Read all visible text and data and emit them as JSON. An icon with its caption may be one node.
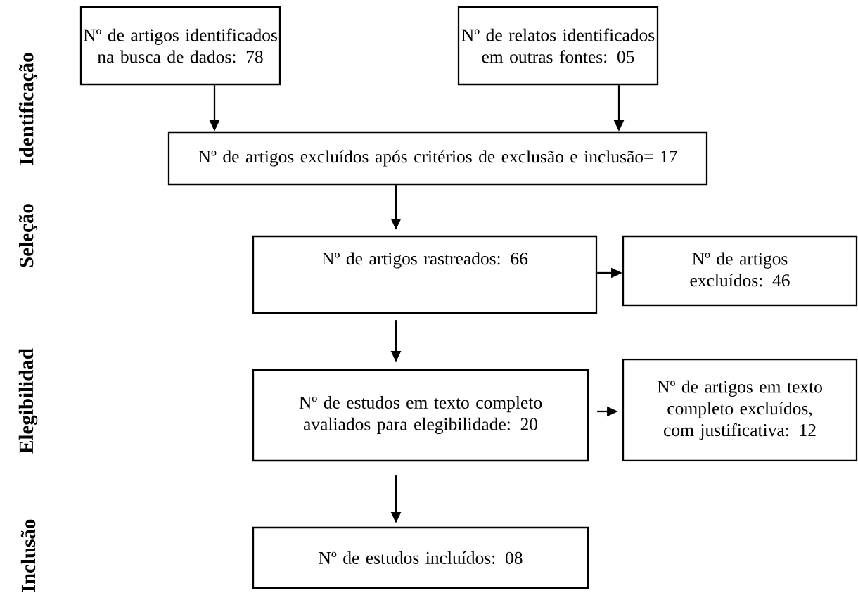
{
  "diagram": {
    "nodes": [
      {
        "text": [
          "Nº de artigos identificados na busca de dados: 78"
        ]
      },
      {
        "text": [
          "Nº de relatos identificados em outras fontes: 05"
        ]
      },
      {
        "text": [
          "Nº de artigos excluídos após critérios de exclusão e inclusão= 17"
        ]
      },
      {
        "text": [
          "Nº de artigos rastreados: 66"
        ]
      },
      {
        "text": [
          "Nº de artigos excluídos: 46"
        ]
      },
      {
        "text": [
          "Nº de estudos em texto completo avaliados para elegibilidade: 20"
        ]
      },
      {
        "text": [
          "Nº de artigos em texto completo excluídos, com justificativa: 12"
        ]
      },
      {
        "text": [
          "Nº de estudos incluídos: 08"
        ]
      }
    ],
    "edges": [
      {
        "from": 0,
        "to": 2,
        "arrow": "to"
      },
      {
        "from": 1,
        "to": 2,
        "arrow": "to"
      },
      {
        "from": 2,
        "to": 3,
        "arrow": "to"
      },
      {
        "from": 3,
        "to": 4,
        "arrow": "to"
      },
      {
        "from": 3,
        "to": 5,
        "arrow": "to"
      },
      {
        "from": 5,
        "to": 6,
        "arrow": "to"
      },
      {
        "from": 5,
        "to": 7,
        "arrow": "to"
      }
    ],
    "labels": [
      "Identificação",
      "Seleção",
      "Elegibilidad",
      "Inclusão"
    ]
  }
}
